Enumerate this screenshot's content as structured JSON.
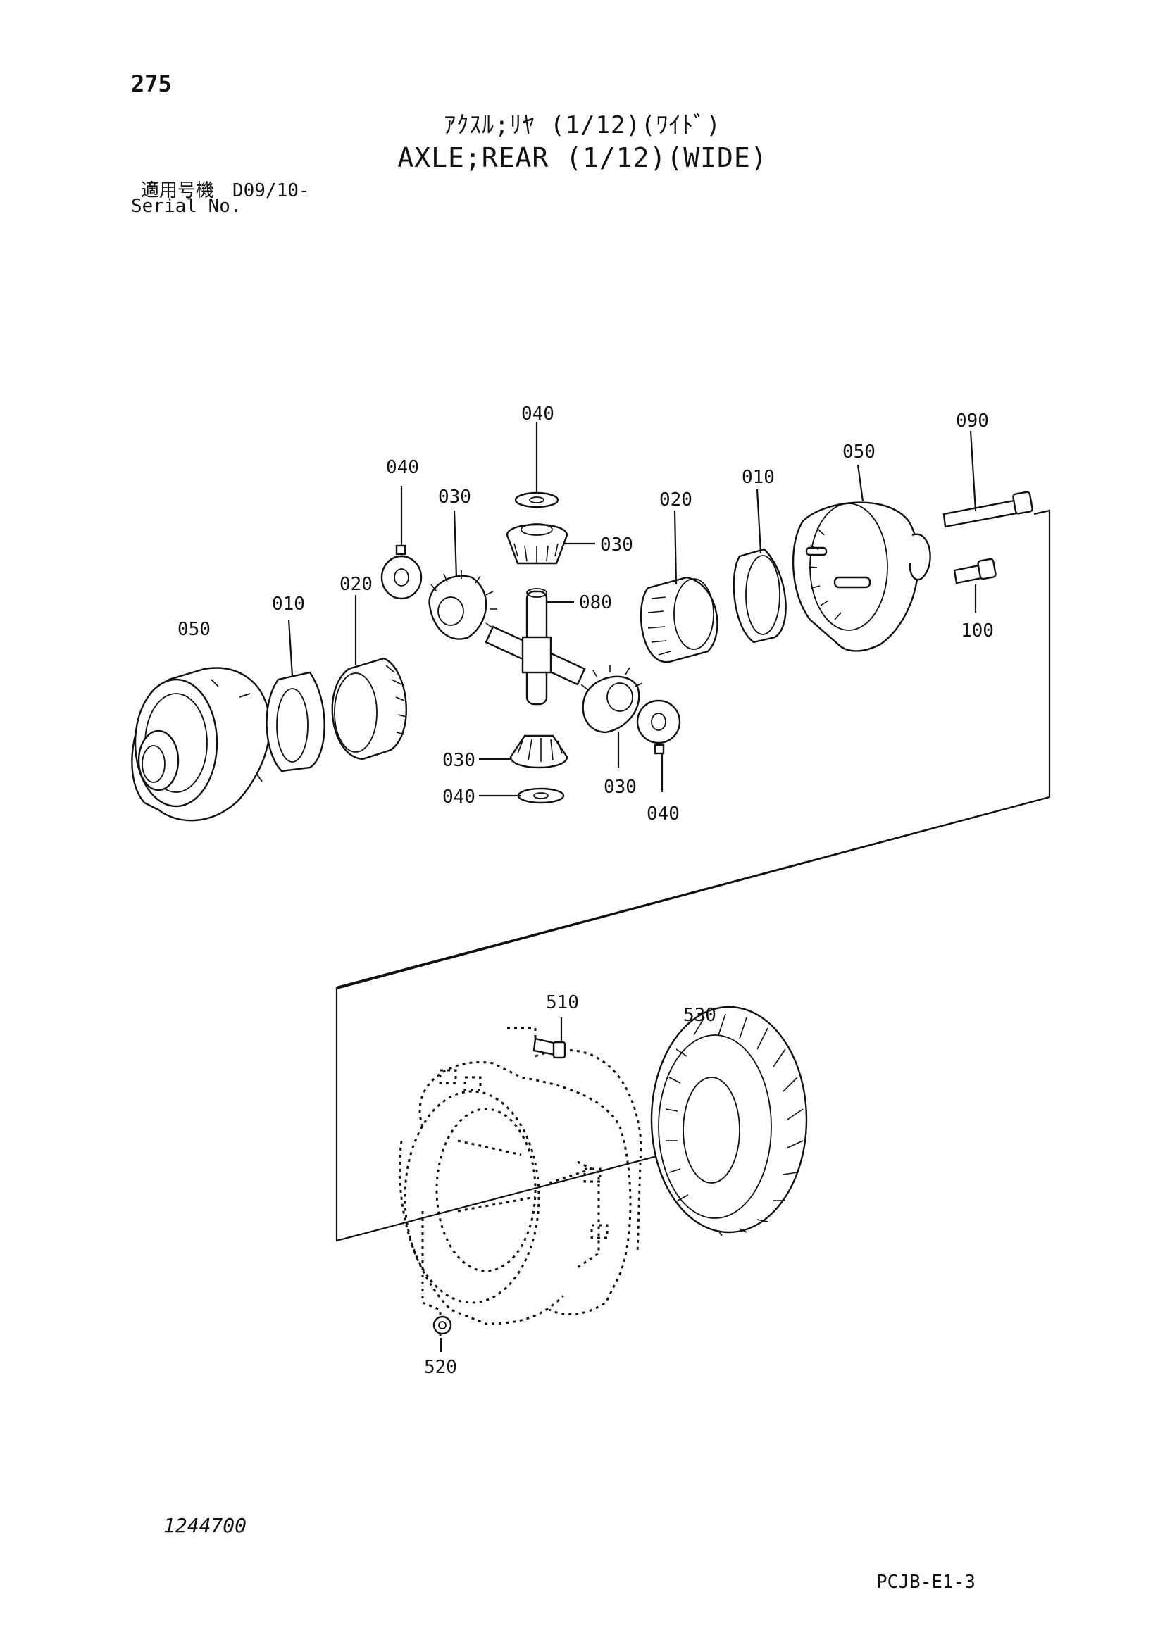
{
  "header": {
    "page_number": "275",
    "title_jp": "ｱｸｽﾙ;ﾘﾔ (1/12)(ﾜｲﾄﾞ)",
    "title_en": "AXLE;REAR (1/12)(WIDE)",
    "serial_label_jp": "適用号機　D09/10-",
    "serial_label_en": "Serial No."
  },
  "callouts": {
    "c040_top": "040",
    "c090": "090",
    "c050_right": "050",
    "c040_left": "040",
    "c030_left": "030",
    "c020_right": "020",
    "c010_right": "010",
    "c030_right_top": "030",
    "c080": "080",
    "c010_left": "010",
    "c020_left": "020",
    "c100": "100",
    "c050_left": "050",
    "c030_bottom_left": "030",
    "c040_bottom_left": "040",
    "c030_bottom_right": "030",
    "c040_bottom_right": "040",
    "c510": "510",
    "c530": "530",
    "c520": "520"
  },
  "footer": {
    "drawing_number": "1244700",
    "page_code": "PCJB-E1-3"
  }
}
